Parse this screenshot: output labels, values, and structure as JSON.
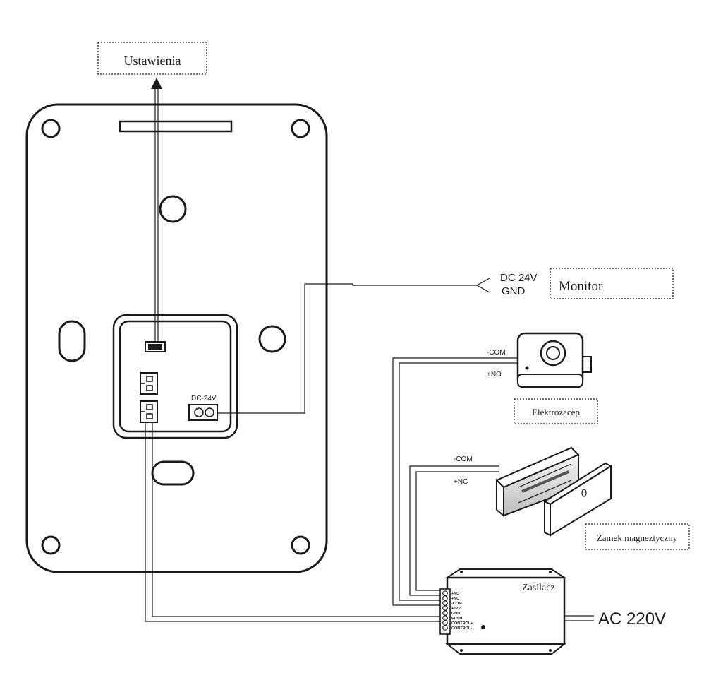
{
  "labels": {
    "settings": "Ustawienia",
    "monitor": "Monitor",
    "dc24v": "DC 24V",
    "gnd": "GND",
    "dc_port": "DC-24V",
    "electric_strike": "Elektrozacep",
    "magnetic_lock": "Zamek magneztyczny",
    "power_supply": "Zasilacz",
    "ac_input": "AC 220V",
    "strike_com": "-COM",
    "strike_no": "+NO",
    "mag_com": "-COM",
    "mag_nc": "+NC"
  },
  "terminals": [
    "+NO",
    "+NC",
    "-COM",
    "+12V",
    "GND",
    "PUSH",
    "CONTROL+",
    "CONTROL-"
  ],
  "colors": {
    "line": "#1a1a1a",
    "background": "#ffffff"
  }
}
